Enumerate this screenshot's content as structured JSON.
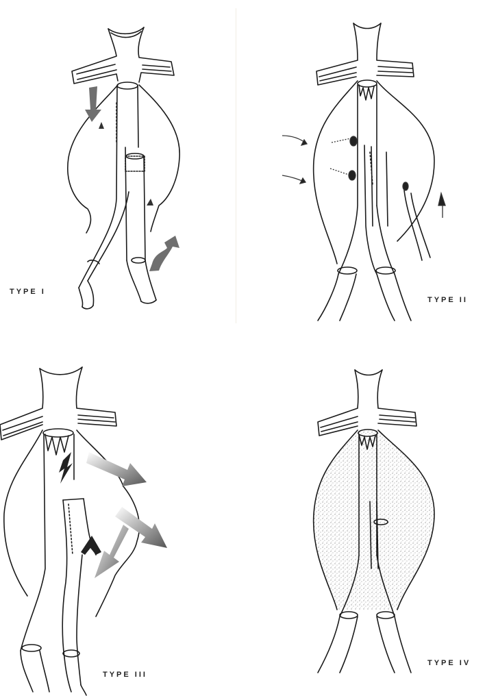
{
  "figure": {
    "panels": [
      {
        "id": "type1",
        "label": "TYPE I"
      },
      {
        "id": "type2",
        "label": "TYPE II"
      },
      {
        "id": "type3",
        "label": "TYPE III"
      },
      {
        "id": "type4",
        "label": "TYPE IV"
      }
    ]
  }
}
